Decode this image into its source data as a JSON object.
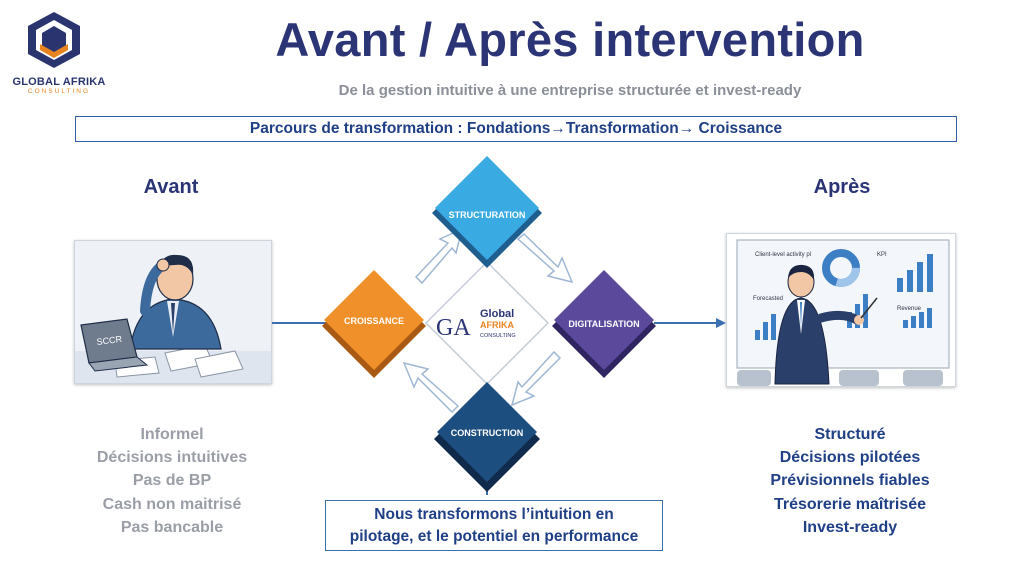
{
  "logo": {
    "name": "GLOBAL AFRIKA",
    "sub": "CONSULTING"
  },
  "header": {
    "title": "Avant / Après intervention",
    "subtitle": "De la gestion intuitive à une entreprise structurée et invest-ready"
  },
  "journey": "Parcours de transformation : Fondations→Transformation→ Croissance",
  "before": {
    "title": "Avant",
    "laptop_label": "SCCR",
    "items": [
      "Informel",
      "Décisions intuitives",
      "Pas de BP",
      "Cash non maitrisé",
      "Pas bancable"
    ]
  },
  "after": {
    "title": "Après",
    "screen_labels": [
      "Client-level activity pl",
      "KPI",
      "Forecasted",
      "Revenue"
    ],
    "items": [
      "Structuré",
      "Décisions pilotées",
      "Prévisionnels fiables",
      "Trésorerie maîtrisée",
      "Invest-ready"
    ]
  },
  "cycle": {
    "nodes": {
      "top": "STRUCTURATION",
      "right": "DIGITALISATION",
      "bottom": "CONSTRUCTION",
      "left": "CROISSANCE"
    },
    "center": {
      "line1": "Global",
      "line2": "AFRIKA",
      "line3": "CONSULTING",
      "monogram": "GA"
    }
  },
  "bottom_message": {
    "line1": "Nous transformons l’intuition en",
    "line2": "pilotage, et le potentiel en performance"
  },
  "colors": {
    "navy": "#2b3576",
    "structuration": "#3aaae2",
    "digitalisation": "#5b4a9c",
    "construction": "#1d4e80",
    "croissance": "#f0902a",
    "orange": "#e8841f"
  }
}
